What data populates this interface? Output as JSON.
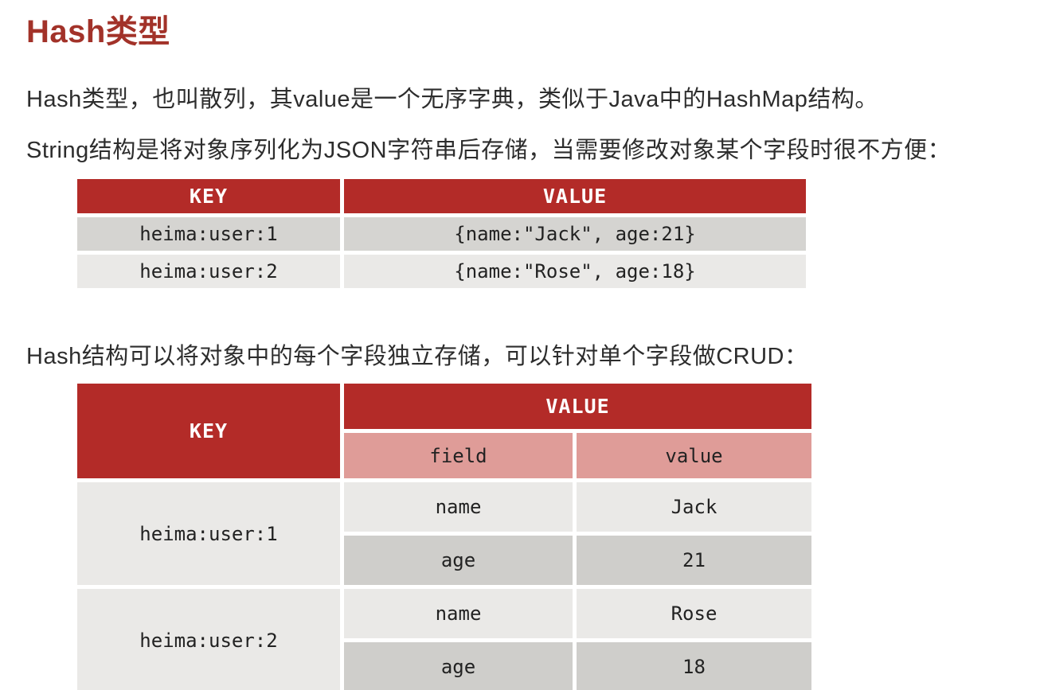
{
  "page": {
    "title": "Hash类型",
    "paragraphs": {
      "intro": "Hash类型，也叫散列，其value是一个无序字典，类似于Java中的HashMap结构。",
      "string_note": "String结构是将对象序列化为JSON字符串后存储，当需要修改对象某个字段时很不方便：",
      "hash_note": "Hash结构可以将对象中的每个字段独立存储，可以针对单个字段做CRUD："
    }
  },
  "string_table": {
    "headers": {
      "key": "KEY",
      "value": "VALUE"
    },
    "rows": [
      {
        "key": "heima:user:1",
        "value": "{name:\"Jack\", age:21}"
      },
      {
        "key": "heima:user:2",
        "value": "{name:\"Rose\", age:18}"
      }
    ]
  },
  "hash_table": {
    "headers": {
      "key": "KEY",
      "value": "VALUE",
      "field_sub": "field",
      "value_sub": "value"
    },
    "groups": [
      {
        "key": "heima:user:1",
        "entries": [
          {
            "field": "name",
            "value": "Jack"
          },
          {
            "field": "age",
            "value": "21"
          }
        ]
      },
      {
        "key": "heima:user:2",
        "entries": [
          {
            "field": "name",
            "value": "Rose"
          },
          {
            "field": "age",
            "value": "18"
          }
        ]
      }
    ]
  },
  "colors": {
    "header_red": "#b32b28",
    "subheader_pink": "#df9c98",
    "row_dark": "#d5d4d1",
    "row_light": "#eae9e7",
    "title_red": "#a23229",
    "body_text": "#2d2d2d"
  }
}
